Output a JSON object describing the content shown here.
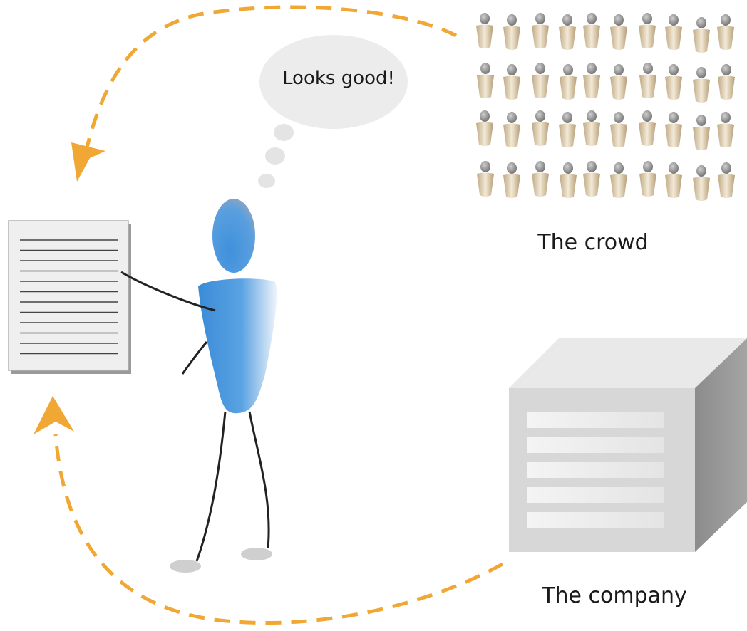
{
  "speech_bubble": {
    "text": "Looks good!"
  },
  "crowd": {
    "label": "The crowd",
    "rows": 4,
    "columns": 10
  },
  "company": {
    "label": "The company"
  },
  "colors": {
    "arrow": "#f0a733",
    "person_body": "#3b8fdb",
    "person_highlight": "#e8f0fa",
    "bubble": "#ececec",
    "document": "#f1f1f1",
    "crowd_body": "#c9b896",
    "crowd_head": "#8e8e8e",
    "box": "#dadada"
  },
  "icons": {
    "document": "document-icon",
    "person": "person-figure",
    "server": "server-box-icon",
    "crowd_member": "crowd-person-icon"
  }
}
